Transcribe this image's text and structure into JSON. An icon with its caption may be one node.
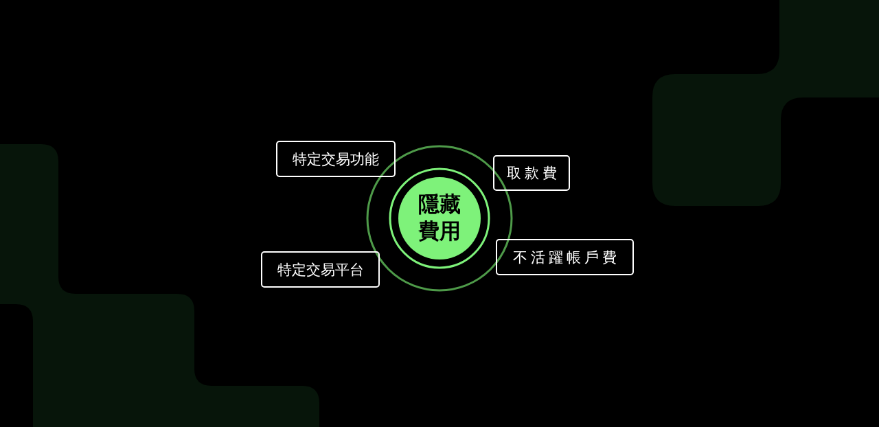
{
  "diagram": {
    "nodes": [
      {
        "text": [
          "隱藏費用"
        ]
      },
      {
        "text": [
          "特定交易功能"
        ]
      },
      {
        "text": [
          "取款費"
        ]
      },
      {
        "text": [
          "不活躍帳戶費"
        ]
      },
      {
        "text": [
          "特定交易平台"
        ]
      }
    ]
  }
}
